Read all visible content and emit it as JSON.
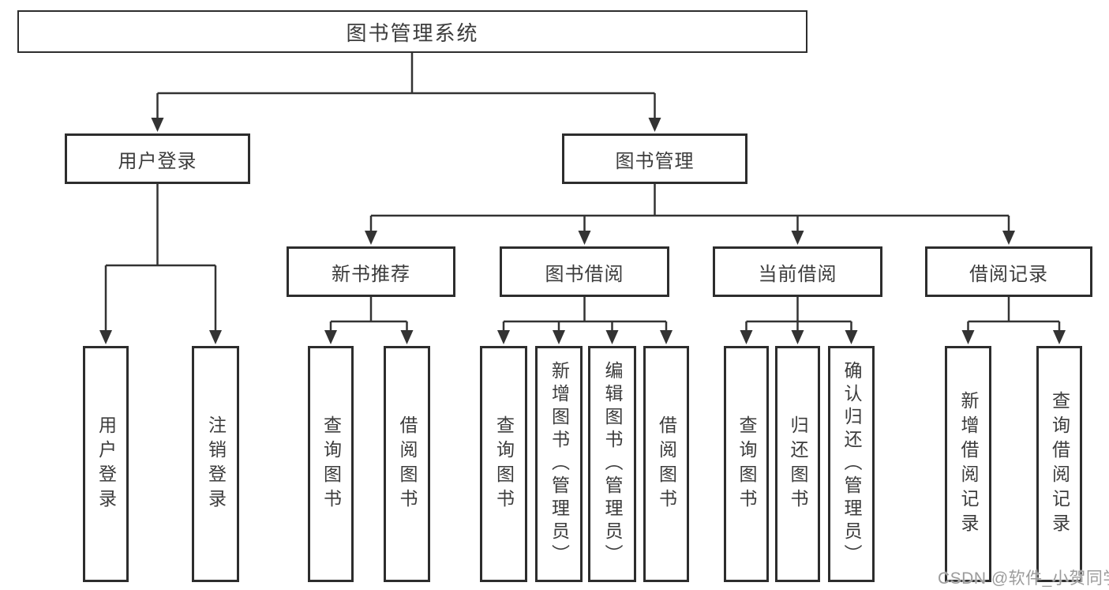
{
  "diagram": {
    "root": {
      "label": "图书管理系统"
    },
    "level2": [
      {
        "label": "用户登录"
      },
      {
        "label": "图书管理"
      }
    ],
    "level3": [
      {
        "label": "新书推荐"
      },
      {
        "label": "图书借阅"
      },
      {
        "label": "当前借阅"
      },
      {
        "label": "借阅记录"
      }
    ],
    "leaves": {
      "login": [
        {
          "label": "用户登录"
        },
        {
          "label": "注销登录"
        }
      ],
      "recommend": [
        {
          "label": "查询图书"
        },
        {
          "label": "借阅图书"
        }
      ],
      "borrow": [
        {
          "label": "查询图书"
        },
        {
          "label": "新增图书（管理员）"
        },
        {
          "label": "编辑图书（管理员）"
        },
        {
          "label": "借阅图书"
        }
      ],
      "current": [
        {
          "label": "查询图书"
        },
        {
          "label": "归还图书"
        },
        {
          "label": "确认归还（管理员）"
        }
      ],
      "records": [
        {
          "label": "新增借阅记录"
        },
        {
          "label": "查询借阅记录"
        }
      ]
    }
  },
  "watermark": {
    "text": "CSDN @软件_小贺同学"
  },
  "colors": {
    "line": "#333333",
    "border": "#2d2d2d",
    "text": "#3c3c3c",
    "watermark": "#9c9c9c",
    "background": "#ffffff"
  }
}
